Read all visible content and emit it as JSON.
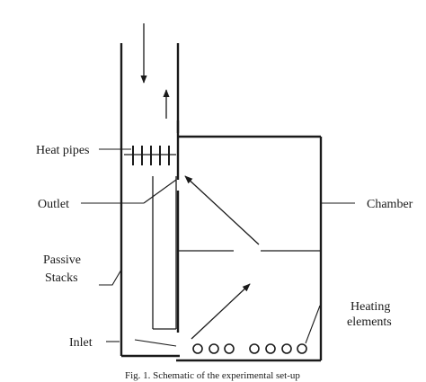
{
  "labels": {
    "heat_pipes": "Heat pipes",
    "outlet": "Outlet",
    "passive": "Passive",
    "stacks": "Stacks",
    "inlet": "Inlet",
    "chamber": "Chamber",
    "heating": "Heating",
    "elements": "elements"
  },
  "caption": "Fig. 1. Schematic of the experimental set-up"
}
